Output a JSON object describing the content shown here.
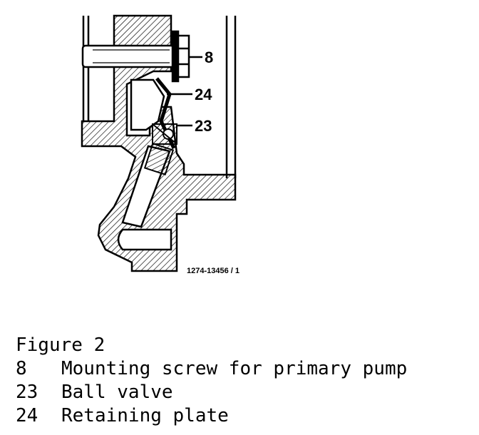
{
  "drawing": {
    "callouts": [
      {
        "num": "8"
      },
      {
        "num": "24"
      },
      {
        "num": "23"
      }
    ],
    "drawing_number": "1274-13456 / 1"
  },
  "caption": {
    "title": "Figure 2",
    "items": [
      {
        "num": "8",
        "text": "Mounting screw for primary pump"
      },
      {
        "num": "23",
        "text": "Ball valve"
      },
      {
        "num": "24",
        "text": "Retaining plate"
      }
    ]
  }
}
